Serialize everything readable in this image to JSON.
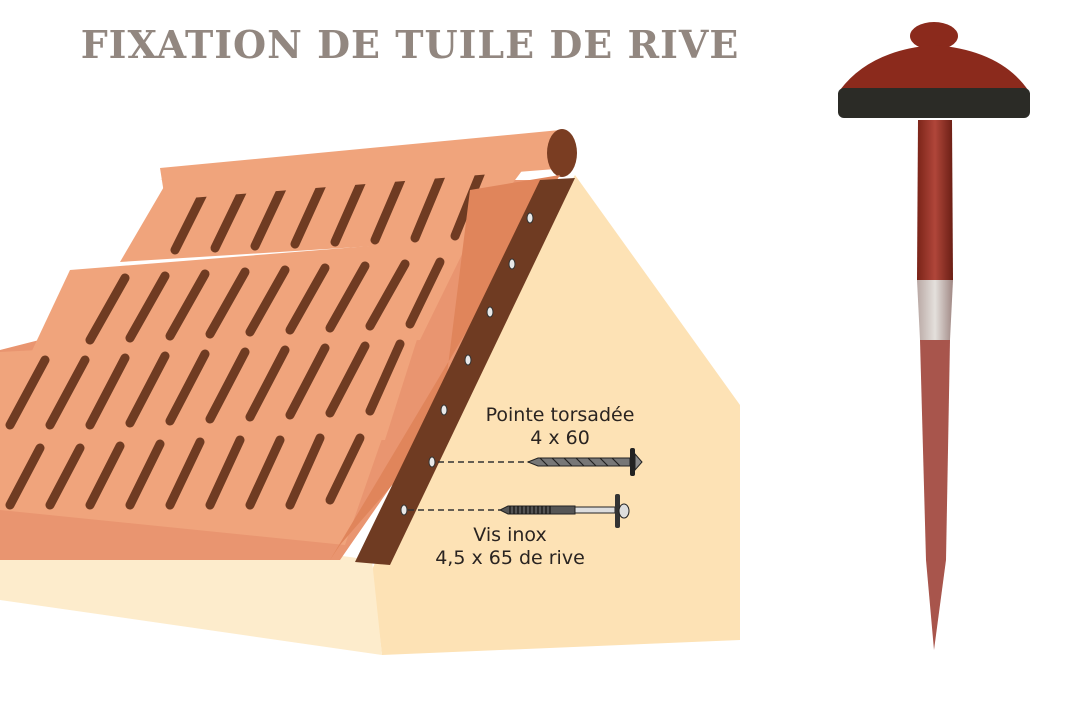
{
  "title": "FIXATION DE TUILE DE RIVE",
  "callouts": [
    {
      "id": "nail",
      "line1": "Pointe torsadée",
      "line2": "4 x 60"
    },
    {
      "id": "screw",
      "line1": "Vis inox",
      "line2": "4,5 x 65 de rive"
    }
  ],
  "colors": {
    "title": "#928780",
    "tile_light": "#f0a47c",
    "tile_mid": "#e0855b",
    "tile_dark": "#6f3b22",
    "gable_wall": "#fde2b5",
    "nail_head": "#8b2a1c",
    "nail_washer": "#2b2b26"
  }
}
